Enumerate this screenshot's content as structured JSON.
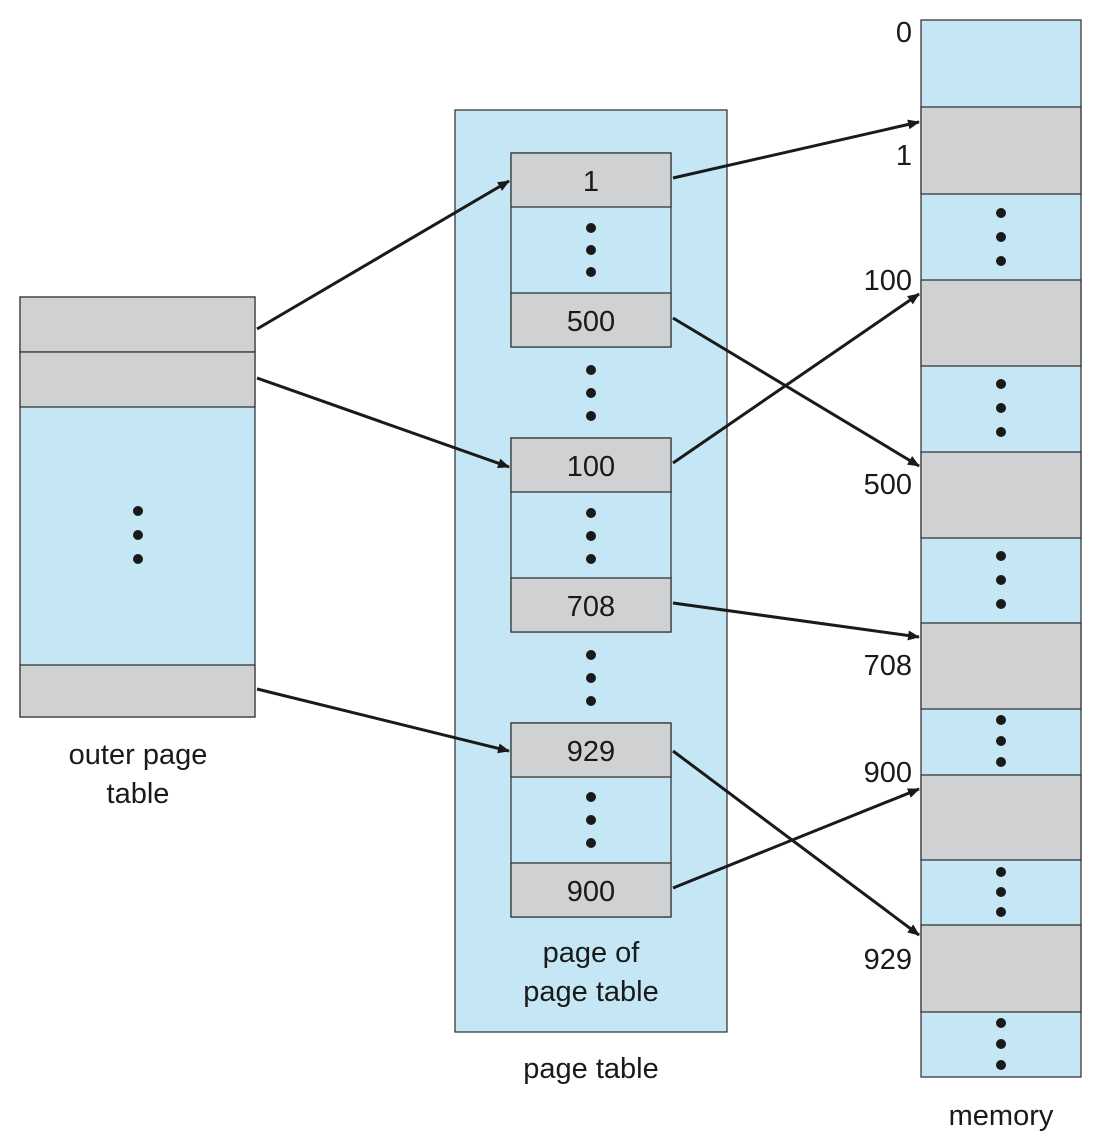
{
  "outer_page_table": {
    "label_line1": "outer page",
    "label_line2": "table"
  },
  "page_table": {
    "caption": "page table",
    "inner_label_line1": "page of",
    "inner_label_line2": "page table",
    "entries": {
      "e1": "1",
      "e500": "500",
      "e100": "100",
      "e708": "708",
      "e929": "929",
      "e900": "900"
    }
  },
  "memory": {
    "caption": "memory",
    "frame_labels": {
      "f0": "0",
      "f1": "1",
      "f100": "100",
      "f500": "500",
      "f708": "708",
      "f900": "900",
      "f929": "929"
    }
  },
  "colors": {
    "light_blue": "#c5e6f5",
    "gray": "#d0d1d3",
    "stroke": "#2a2a2a"
  }
}
